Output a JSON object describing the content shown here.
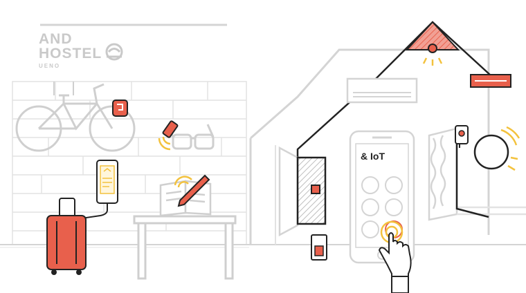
{
  "logo": {
    "line1": "AND",
    "line2": "HOSTEL",
    "line3": "UENO",
    "icon": "hand-globe-icon"
  },
  "phone": {
    "title": "& IoT",
    "buttons": 6
  },
  "colors": {
    "accent_red": "#e8604c",
    "accent_yellow": "#f3c23e",
    "line_dark": "#222222",
    "line_gray": "#d4d4d4"
  },
  "objects": [
    "bicycle-icon",
    "glasses-icon",
    "smart-tag-icon",
    "notebook-icon",
    "pen-icon",
    "suitcase-icon",
    "tablet-icon",
    "table-icon",
    "air-conditioner-icon",
    "ceiling-lamp-icon",
    "window-icon",
    "door-icon",
    "light-switch-icon",
    "smartphone-icon",
    "tapping-hand-icon",
    "camera-icon",
    "wall-lamp-icon"
  ]
}
